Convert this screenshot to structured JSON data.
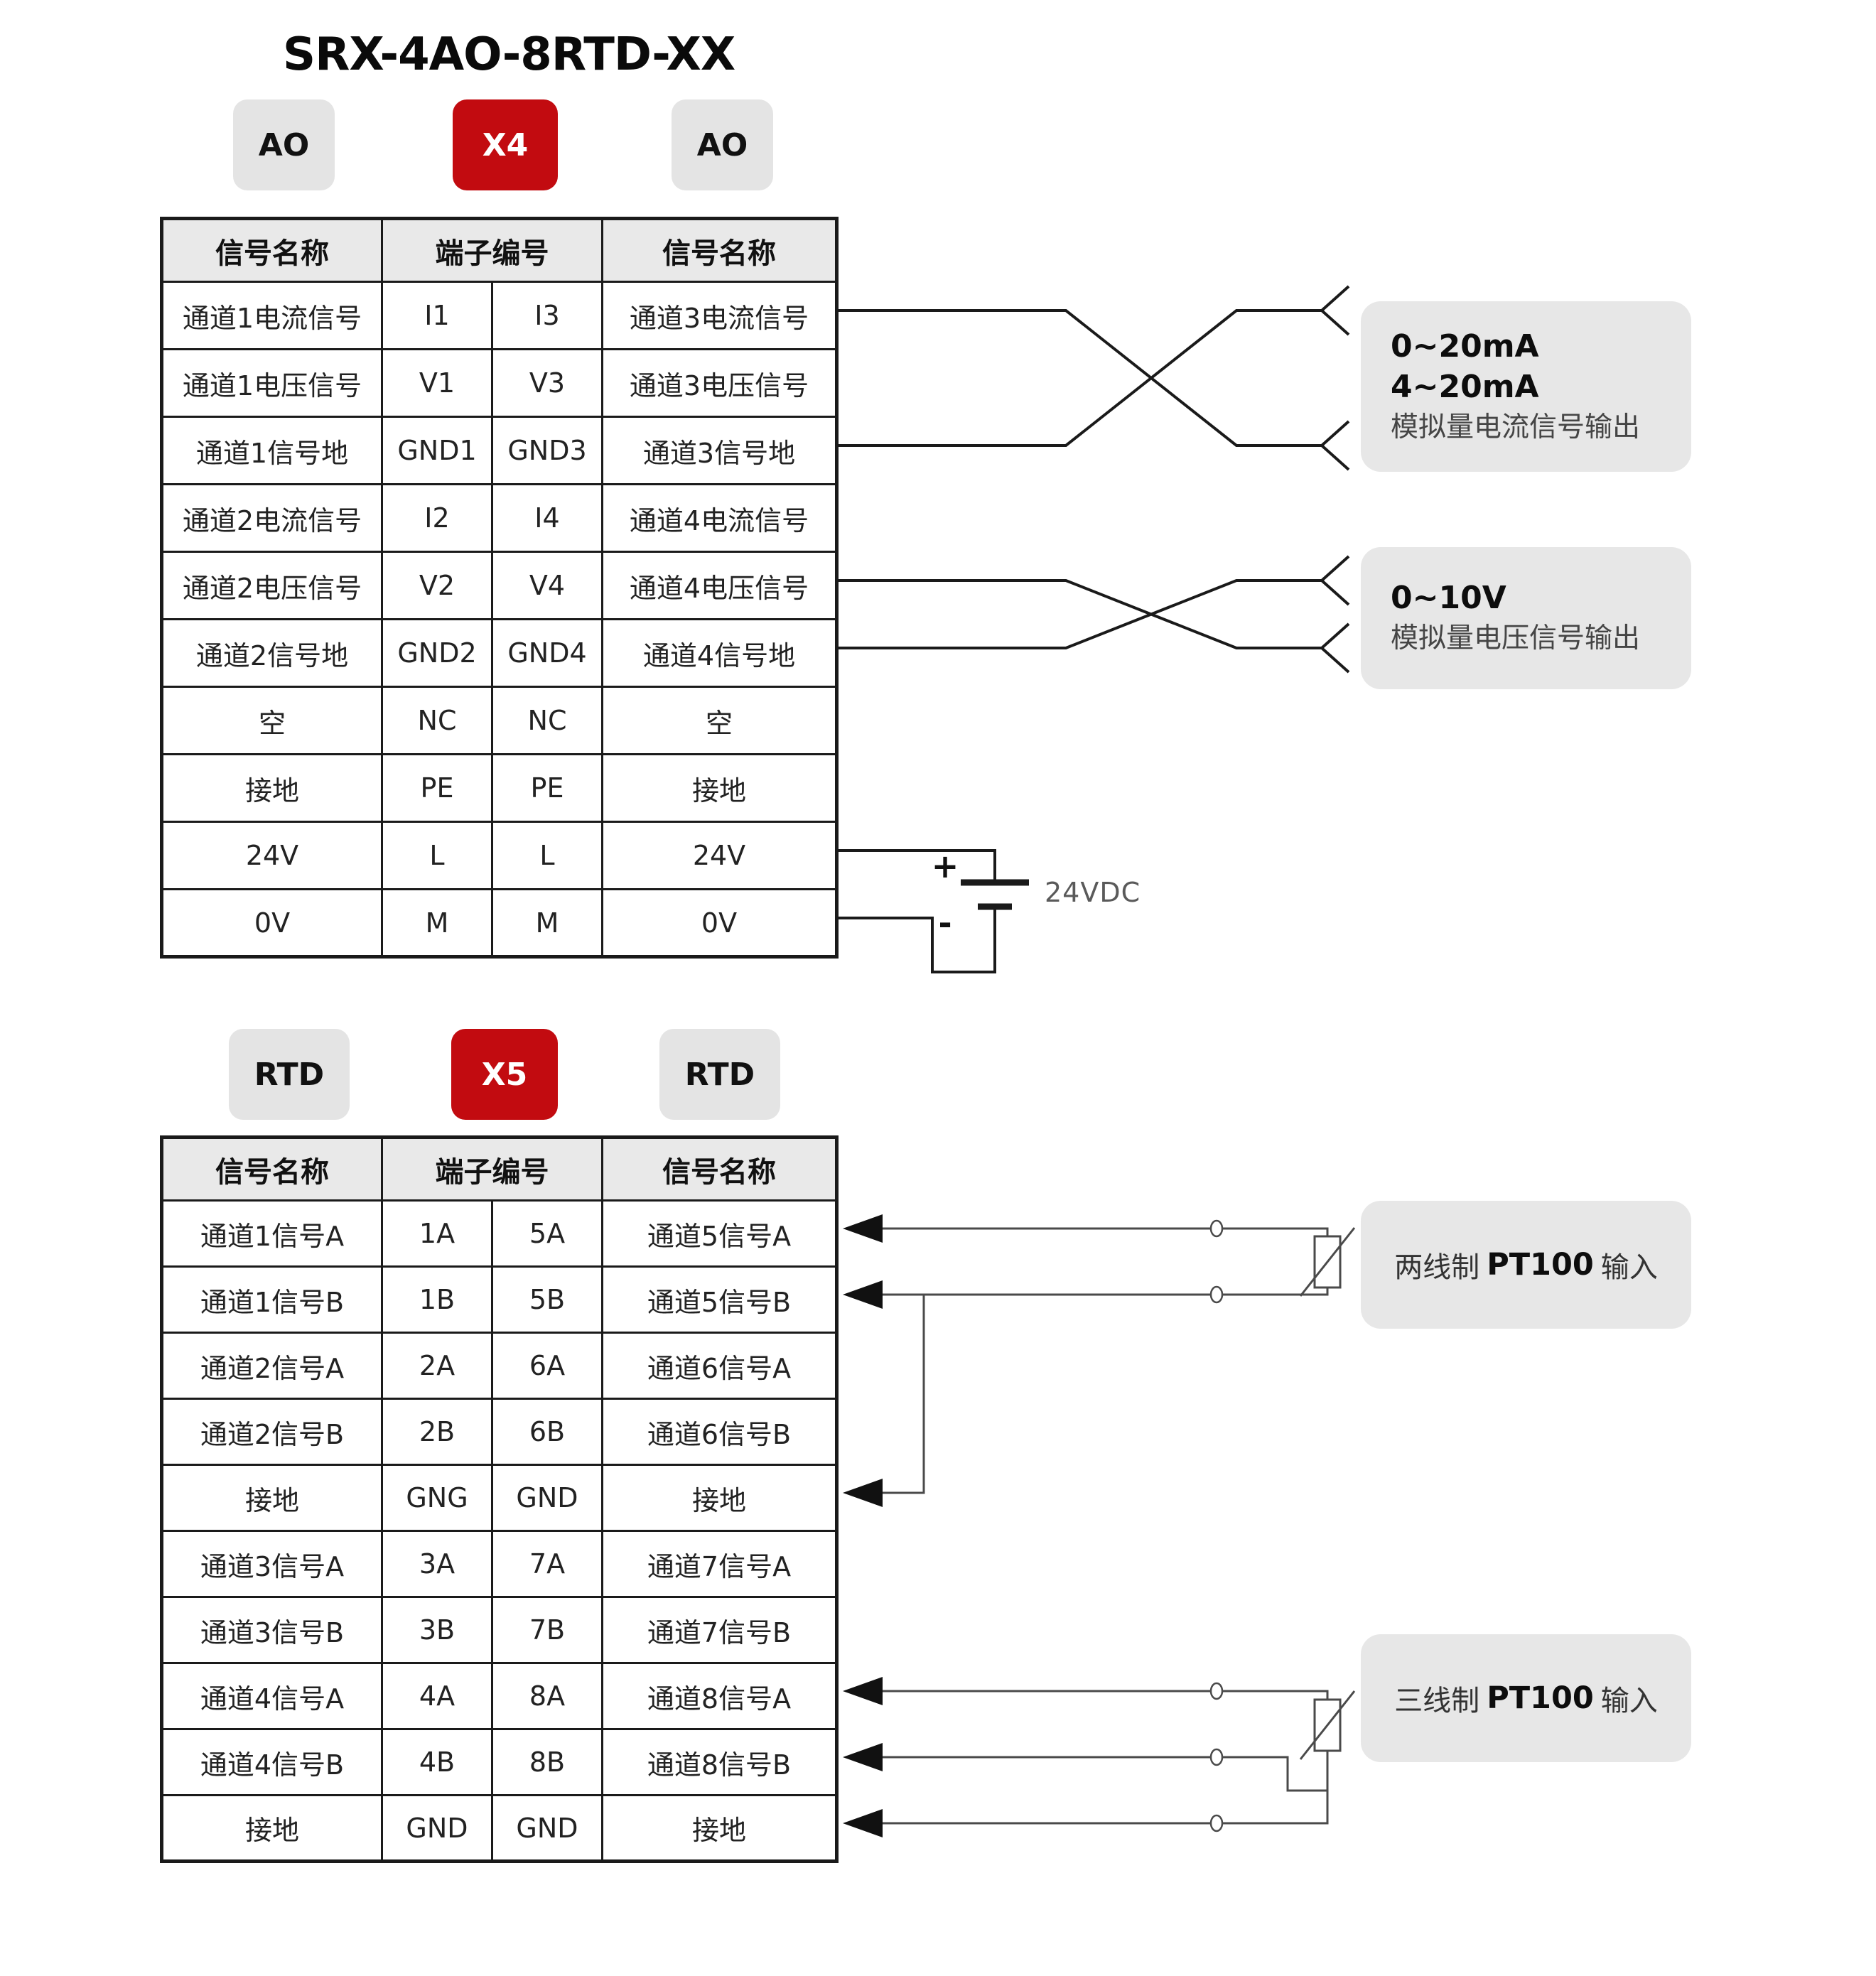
{
  "title": "SRX-4AO-8RTD-XX",
  "colors": {
    "accent_red": "#c20b10",
    "badge_gray": "#e4e4e4",
    "header_gray": "#e9e9e9",
    "note_gray": "#e7e7e7",
    "wire_black": "#1a1a1a",
    "wire_gray": "#4a4a4a"
  },
  "section_ao": {
    "badges": [
      {
        "label": "AO",
        "variant": "gray"
      },
      {
        "label": "X4",
        "variant": "red"
      },
      {
        "label": "AO",
        "variant": "gray"
      }
    ],
    "table": {
      "headers": [
        "信号名称",
        "端子编号",
        "信号名称"
      ],
      "rows": [
        [
          "通道1电流信号",
          "I1",
          "I3",
          "通道3电流信号"
        ],
        [
          "通道1电压信号",
          "V1",
          "V3",
          "通道3电压信号"
        ],
        [
          "通道1信号地",
          "GND1",
          "GND3",
          "通道3信号地"
        ],
        [
          "通道2电流信号",
          "I2",
          "I4",
          "通道4电流信号"
        ],
        [
          "通道2电压信号",
          "V2",
          "V4",
          "通道4电压信号"
        ],
        [
          "通道2信号地",
          "GND2",
          "GND4",
          "通道4信号地"
        ],
        [
          "空",
          "NC",
          "NC",
          "空"
        ],
        [
          "接地",
          "PE",
          "PE",
          "接地"
        ],
        [
          "24V",
          "L",
          "L",
          "24V"
        ],
        [
          "0V",
          "M",
          "M",
          "0V"
        ]
      ]
    },
    "current_output_label": {
      "line1": "0~20mA",
      "line2": "4~20mA",
      "line3": "模拟量电流信号输出"
    },
    "voltage_output_label": {
      "line1": "0~10V",
      "line2": "模拟量电压信号输出"
    },
    "power": {
      "plus": "+",
      "minus": "-",
      "label": "24VDC"
    }
  },
  "section_rtd": {
    "badges": [
      {
        "label": "RTD",
        "variant": "gray"
      },
      {
        "label": "X5",
        "variant": "red"
      },
      {
        "label": "RTD",
        "variant": "gray"
      }
    ],
    "table": {
      "headers": [
        "信号名称",
        "端子编号",
        "信号名称"
      ],
      "rows": [
        [
          "通道1信号A",
          "1A",
          "5A",
          "通道5信号A"
        ],
        [
          "通道1信号B",
          "1B",
          "5B",
          "通道5信号B"
        ],
        [
          "通道2信号A",
          "2A",
          "6A",
          "通道6信号A"
        ],
        [
          "通道2信号B",
          "2B",
          "6B",
          "通道6信号B"
        ],
        [
          "接地",
          "GNG",
          "GND",
          "接地"
        ],
        [
          "通道3信号A",
          "3A",
          "7A",
          "通道7信号A"
        ],
        [
          "通道3信号B",
          "3B",
          "7B",
          "通道7信号B"
        ],
        [
          "通道4信号A",
          "4A",
          "8A",
          "通道8信号A"
        ],
        [
          "通道4信号B",
          "4B",
          "8B",
          "通道8信号B"
        ],
        [
          "接地",
          "GND",
          "GND",
          "接地"
        ]
      ]
    },
    "pt100_two_wire_label": {
      "prefix": "两线制",
      "bold": "PT100",
      "suffix": "输入"
    },
    "pt100_three_wire_label": {
      "prefix": "三线制",
      "bold": "PT100",
      "suffix": "输入"
    }
  }
}
